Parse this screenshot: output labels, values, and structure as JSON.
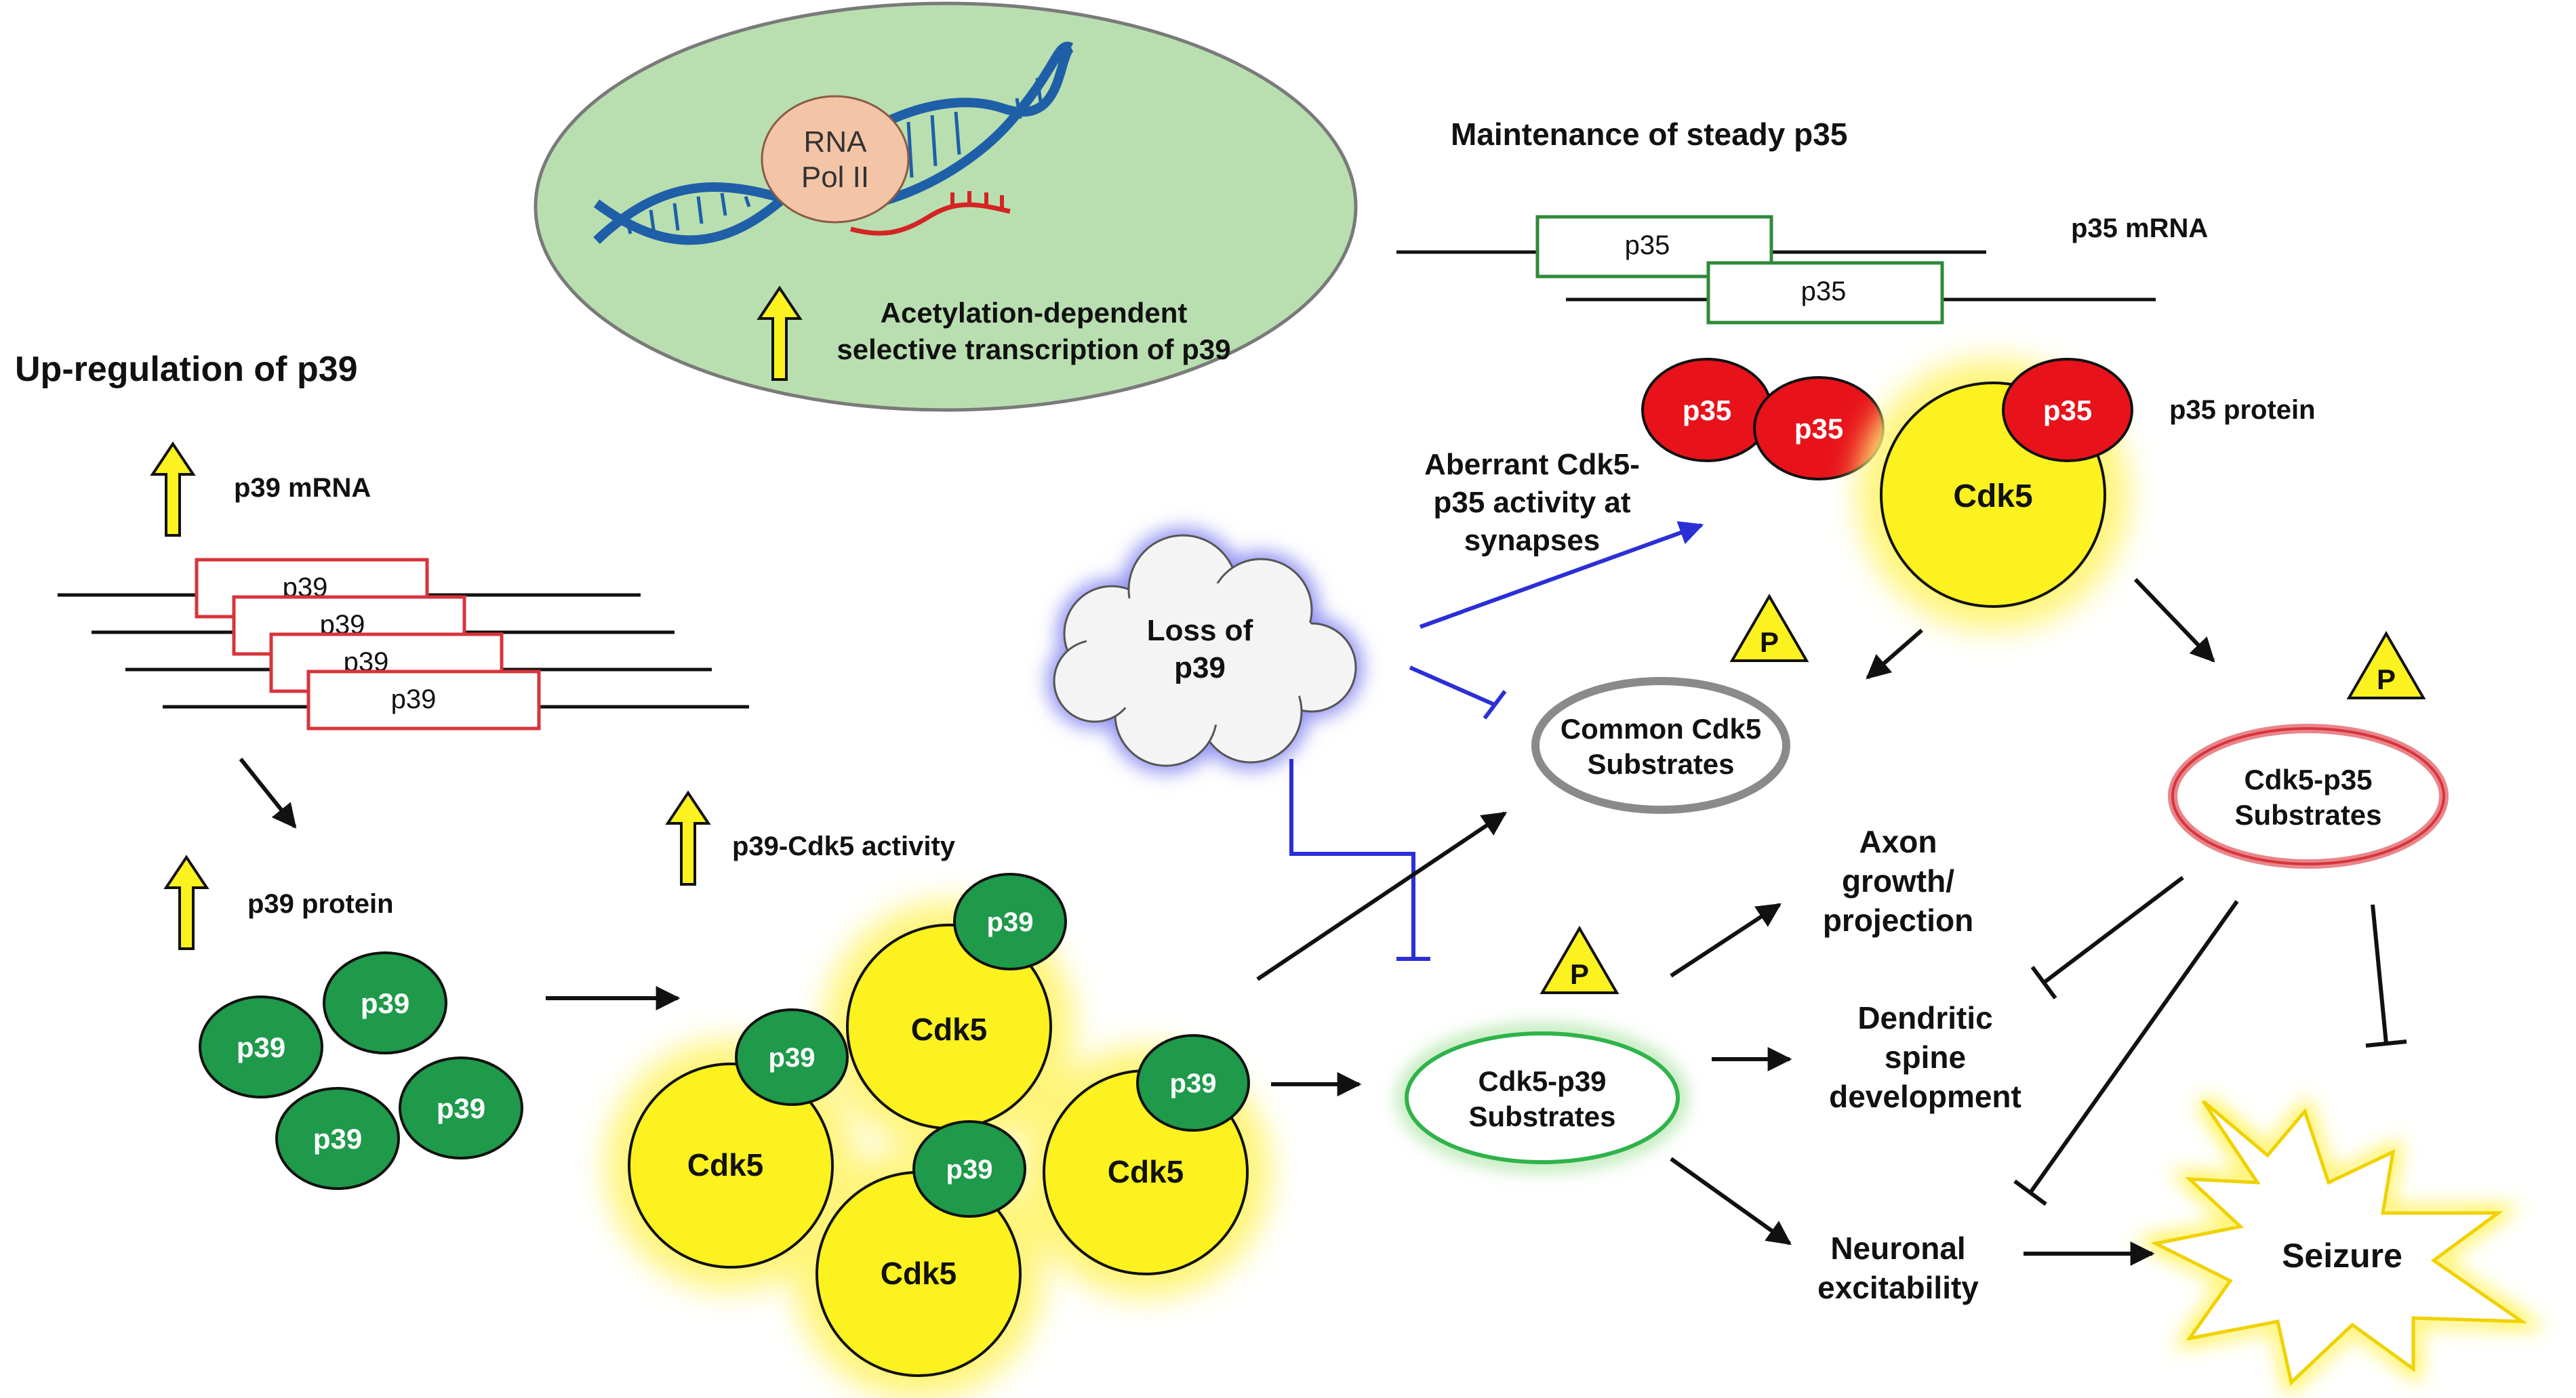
{
  "nucleus": {
    "rna_pol": [
      "RNA",
      "Pol II"
    ],
    "acetylation": [
      "Acetylation-dependent",
      "selective transcription of p39"
    ]
  },
  "upregulation": {
    "title": "Up-regulation of p39",
    "mrna_label": "p39 mRNA",
    "mrna_box_label": "p39",
    "protein_label": "p39 protein",
    "protein_label_short": "p39",
    "activity_label": "p39-Cdk5 activity"
  },
  "cdk5_label": "Cdk5",
  "p35_section": {
    "title": "Maintenance of steady p35",
    "mrna_label": "p35 mRNA",
    "box_label": "p35",
    "protein_label": "p35 protein",
    "aberrant": [
      "Aberrant Cdk5-",
      "p35 activity at",
      "synapses"
    ]
  },
  "loss": [
    "Loss of",
    "p39"
  ],
  "phospho": "P",
  "substrates": {
    "common": [
      "Common Cdk5",
      "Substrates"
    ],
    "p35": [
      "Cdk5-p35",
      "Substrates"
    ],
    "p39": [
      "Cdk5-p39",
      "Substrates"
    ]
  },
  "outcomes": {
    "axon": [
      "Axon",
      "growth/",
      "projection"
    ],
    "dendritic": [
      "Dendritic",
      "spine",
      "development"
    ],
    "neuronal": [
      "Neuronal",
      "excitability"
    ],
    "seizure": "Seizure"
  },
  "colors": {
    "nucleus_fill": "#b9dfb0",
    "p39_green": "#1e9a4a",
    "p35_red": "#e8121b",
    "cdk5_yellow": "#fbf21f",
    "inhibit_blue": "#2a2fd6",
    "mrna_red_box": "#d8343c",
    "mrna_green_box": "#2f8a3a"
  }
}
